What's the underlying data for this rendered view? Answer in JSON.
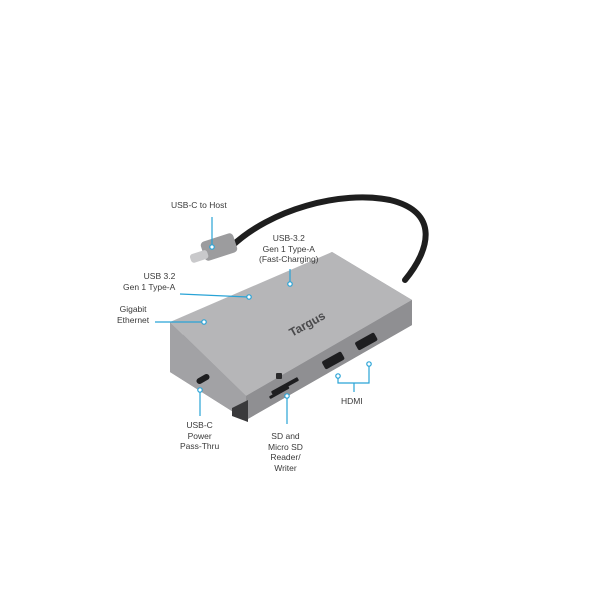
{
  "brand": "Targus",
  "colors": {
    "leader": "#29a3d6",
    "hub_body": "#9a9a9c",
    "hub_top": "#b7b7b9",
    "cable": "#1e1e1e"
  },
  "labels": {
    "usb_c_host": [
      "USB-C to Host"
    ],
    "usb32_fast": [
      "USB-3.2",
      "Gen 1 Type-A",
      "(Fast-Charging)"
    ],
    "usb32": [
      "USB 3.2",
      "Gen 1 Type-A"
    ],
    "ethernet": [
      "Gigabit",
      "Ethernet"
    ],
    "usb_c_power": [
      "USB-C",
      "Power",
      "Pass-Thru"
    ],
    "sd_reader": [
      "SD and",
      "Micro SD",
      "Reader/",
      "Writer"
    ],
    "hdmi": [
      "HDMI"
    ]
  }
}
